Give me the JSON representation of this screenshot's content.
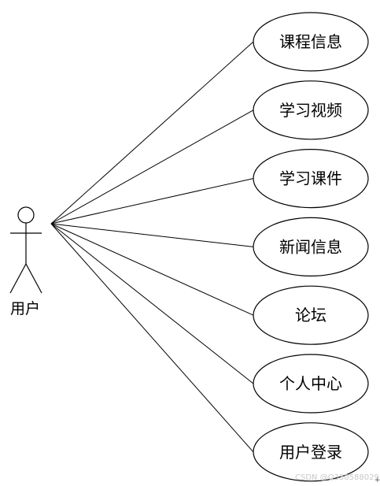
{
  "actor": {
    "label": "用户"
  },
  "use_cases": [
    {
      "label": "课程信息"
    },
    {
      "label": "学习视频"
    },
    {
      "label": "学习课件"
    },
    {
      "label": "新闻信息"
    },
    {
      "label": "论坛"
    },
    {
      "label": "个人中心"
    },
    {
      "label": "用户登录"
    }
  ],
  "watermark": "CSDN @Q3305880293",
  "colors": {
    "line": "#000000",
    "background": "#ffffff"
  }
}
